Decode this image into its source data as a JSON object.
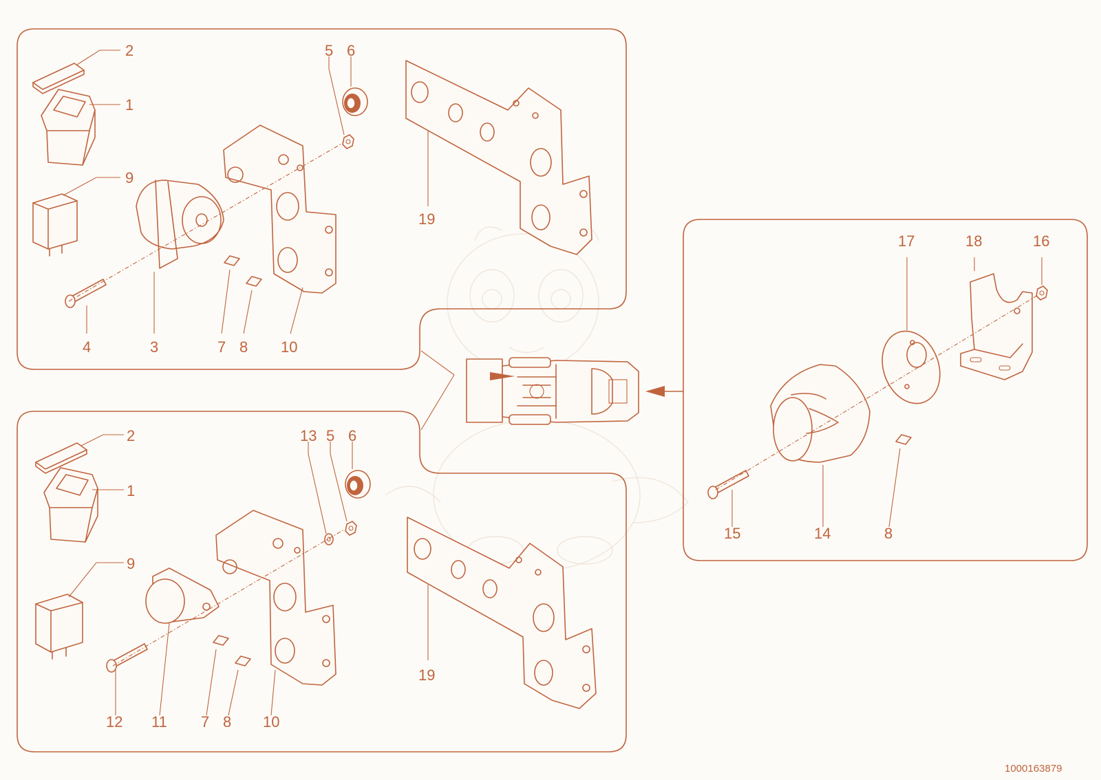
{
  "document_number": "1000163879",
  "colors": {
    "line": "#c0643e",
    "background": "#fdfbf7",
    "ghost": "#efe6dc"
  },
  "panels": {
    "top_left": {
      "labels": [
        "2",
        "1",
        "9",
        "5",
        "6",
        "19",
        "4",
        "3",
        "7",
        "8",
        "10"
      ]
    },
    "bottom_left": {
      "labels": [
        "2",
        "1",
        "9",
        "13",
        "5",
        "6",
        "19",
        "12",
        "11",
        "7",
        "8",
        "10"
      ]
    },
    "right": {
      "labels": [
        "17",
        "18",
        "16",
        "15",
        "14",
        "8"
      ]
    }
  },
  "icons": [
    "rocker-switch-icon",
    "switch-cover-icon",
    "relay-icon",
    "socket-icon",
    "bracket-icon",
    "screw-icon",
    "nut-icon",
    "seal-ring-icon",
    "sleeve-icon",
    "vehicle-top-view-icon",
    "arrow-icon"
  ]
}
